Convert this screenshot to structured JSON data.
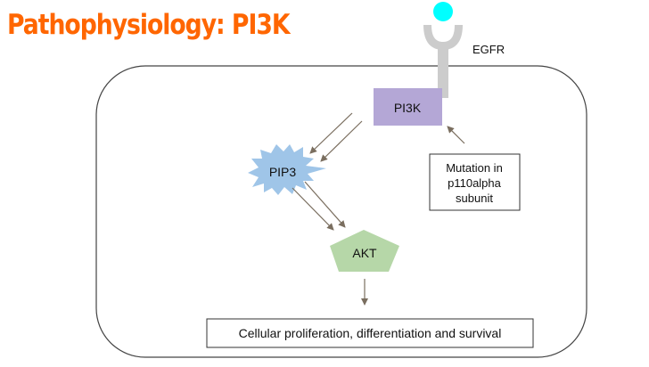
{
  "slide": {
    "title": "Pathophysiology: PI3K"
  },
  "diagram": {
    "receptor": {
      "label": "EGFR",
      "ligand_color": "#00ffff",
      "receptor_color": "#cccccc"
    },
    "nodes": {
      "pi3k": {
        "label": "PI3K",
        "color": "#b4a7d6"
      },
      "pip3": {
        "label": "PIP3",
        "color": "#9fc5e8"
      },
      "akt": {
        "label": "AKT",
        "color": "#b6d7a8"
      },
      "mutation": {
        "line1": "Mutation in",
        "line2": "p110alpha",
        "line3": "subunit"
      },
      "outcome": {
        "label": "Cellular proliferation, differentiation and survival"
      }
    },
    "arrow_color": "#7a6e5f",
    "edges": [
      {
        "from": "pi3k",
        "to": "pip3"
      },
      {
        "from": "pi3k",
        "to": "pip3"
      },
      {
        "from": "pip3",
        "to": "akt"
      },
      {
        "from": "pip3",
        "to": "akt"
      },
      {
        "from": "mutation",
        "to": "pi3k"
      },
      {
        "from": "akt",
        "to": "outcome"
      }
    ]
  }
}
